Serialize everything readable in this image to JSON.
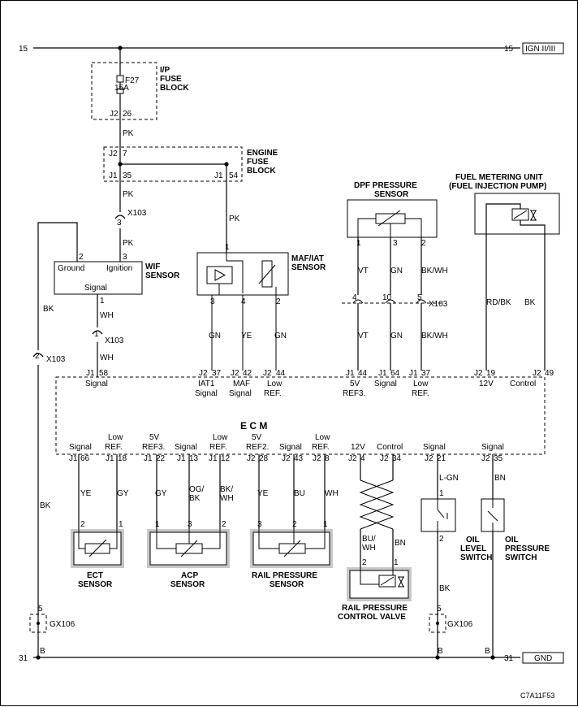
{
  "rails": {
    "top_left": "15",
    "top_right": "15",
    "top_tag": "IGN II/III",
    "bottom_left": "31",
    "bottom_right": "31",
    "bottom_tag": "GND"
  },
  "ip_fuse_block": {
    "fuse_id": "F27",
    "rating": "15A",
    "name_1": "I/P",
    "name_2": "FUSE",
    "name_3": "BLOCK",
    "connector": "J2",
    "pin": "26"
  },
  "engine_fuse_block": {
    "name_1": "ENGINE",
    "name_2": "FUSE",
    "name_3": "BLOCK",
    "in_conn": "J2",
    "in_pin": "7",
    "out_conn_1": "J1",
    "out_pin_1": "35",
    "out_conn_2": "J1",
    "out_pin_2": "54"
  },
  "wires": {
    "pk_1": "PK",
    "pk_2": "PK",
    "pk_3": "PK",
    "pk_maf": "PK",
    "bk_wif": "BK",
    "bk_ground": "BK",
    "bk_oil": "BK",
    "wh_1": "WH",
    "wh_2": "WH",
    "gn_maf_1": "GN",
    "ye_maf": "YE",
    "gn_maf_2": "GN",
    "vt_dpf_1": "VT",
    "gn_dpf_1": "GN",
    "bkwh_dpf_1": "BK/WH",
    "vt_dpf_2": "VT",
    "gn_dpf_2": "GN",
    "bkwh_dpf_2": "BK/WH",
    "rdbk_fuel": "RD/BK",
    "bk_fuel": "BK",
    "ye_ect": "YE",
    "gy_ect": "GY",
    "gy_acp": "GY",
    "ogbk_acp_1": "OG/",
    "ogbk_acp_2": "BK",
    "bkwh_acp_1": "BK/",
    "bkwh_acp_2": "WH",
    "ye_rail": "YE",
    "bu_rail": "BU",
    "wh_rail": "WH",
    "buwh_valve_1": "BU/",
    "buwh_valve_2": "WH",
    "bn_valve": "BN",
    "lgn_oil": "L-GN",
    "bn_oil": "BN"
  },
  "connectors": {
    "x103_a": "X103",
    "x103_a_pin": "3",
    "x103_b": "X103",
    "x103_b_pin": "1",
    "x103_c": "X103",
    "x103_c_pin": "2",
    "x103_d": "X103",
    "x103_d_pin_1": "4",
    "x103_d_pin_2": "10",
    "x103_d_pin_3": "5",
    "gx106_a": "GX106",
    "gx106_a_pin": "5",
    "gx106_b": "GX106",
    "gx106_b_pin": "5"
  },
  "wif_sensor": {
    "name_1": "WIF",
    "name_2": "SENSOR",
    "ground": "Ground",
    "ignition": "Ignition",
    "signal": "Signal",
    "pin_ground": "2",
    "pin_ign": "3",
    "pin_sig": "1"
  },
  "maf_sensor": {
    "name_1": "MAF/IAT",
    "name_2": "SENSOR",
    "pin_top": "1",
    "pin_a": "3",
    "pin_b": "4",
    "pin_c": "2"
  },
  "dpf_sensor": {
    "name_1": "DPF PRESSURE",
    "name_2": "SENSOR",
    "pin_a": "1",
    "pin_b": "3",
    "pin_c": "2"
  },
  "fuel_unit": {
    "name_1": "FUEL METERING UNIT",
    "name_2": "(FUEL INJECTION PUMP)"
  },
  "ecm": {
    "title": "E C M",
    "top_pins": [
      {
        "conn": "J1",
        "pin": "58",
        "l1": "Signal",
        "l2": ""
      },
      {
        "conn": "J2",
        "pin": "37",
        "l1": "IAT1",
        "l2": "Signal"
      },
      {
        "conn": "J2",
        "pin": "42",
        "l1": "MAF",
        "l2": "Signal"
      },
      {
        "conn": "J2",
        "pin": "44",
        "l1": "Low",
        "l2": "REF."
      },
      {
        "conn": "J1",
        "pin": "44",
        "l1": "5V",
        "l2": "REF3."
      },
      {
        "conn": "J1",
        "pin": "64",
        "l1": "Signal",
        "l2": ""
      },
      {
        "conn": "J1",
        "pin": "37",
        "l1": "Low",
        "l2": "REF."
      },
      {
        "conn": "J2",
        "pin": "19",
        "l1": "12V",
        "l2": ""
      },
      {
        "conn": "J2",
        "pin": "49",
        "l1": "Control",
        "l2": ""
      }
    ],
    "bottom_pins": [
      {
        "conn": "J1",
        "pin": "66",
        "l1": "",
        "l2": "Signal"
      },
      {
        "conn": "J1",
        "pin": "18",
        "l1": "Low",
        "l2": "REF."
      },
      {
        "conn": "J1",
        "pin": "22",
        "l1": "5V",
        "l2": "REF3."
      },
      {
        "conn": "J1",
        "pin": "13",
        "l1": "",
        "l2": "Signal"
      },
      {
        "conn": "J1",
        "pin": "12",
        "l1": "Low",
        "l2": "REF."
      },
      {
        "conn": "J2",
        "pin": "28",
        "l1": "5V",
        "l2": "REF2."
      },
      {
        "conn": "J2",
        "pin": "43",
        "l1": "",
        "l2": "Signal"
      },
      {
        "conn": "J2",
        "pin": "8",
        "l1": "Low",
        "l2": "REF."
      },
      {
        "conn": "J2",
        "pin": "4",
        "l1": "",
        "l2": "12V"
      },
      {
        "conn": "J2",
        "pin": "34",
        "l1": "",
        "l2": "Control"
      },
      {
        "conn": "J2",
        "pin": "21",
        "l1": "",
        "l2": "Signal"
      },
      {
        "conn": "J2",
        "pin": "35",
        "l1": "",
        "l2": "Signal"
      }
    ]
  },
  "ect_sensor": {
    "name_1": "ECT",
    "name_2": "SENSOR",
    "pin_a": "2",
    "pin_b": "1"
  },
  "acp_sensor": {
    "name_1": "ACP",
    "name_2": "SENSOR",
    "pin_a": "1",
    "pin_b": "3",
    "pin_c": "2"
  },
  "rail_sensor": {
    "name_1": "RAIL PRESSURE",
    "name_2": "SENSOR",
    "pin_a": "3",
    "pin_b": "2",
    "pin_c": "1"
  },
  "rail_valve": {
    "name_1": "RAIL PRESSURE",
    "name_2": "CONTROL VALVE",
    "pin_a": "2",
    "pin_b": "1"
  },
  "oil_level": {
    "name_1": "OIL",
    "name_2": "LEVEL",
    "name_3": "SWITCH",
    "pin_top": "1",
    "pin_bot": "2"
  },
  "oil_pressure": {
    "name_1": "OIL",
    "name_2": "PRESSURE",
    "name_3": "SWITCH"
  },
  "ground_pins": {
    "b1": "B",
    "b2": "B",
    "b3": "B"
  },
  "figure_code": "C7A11F53"
}
